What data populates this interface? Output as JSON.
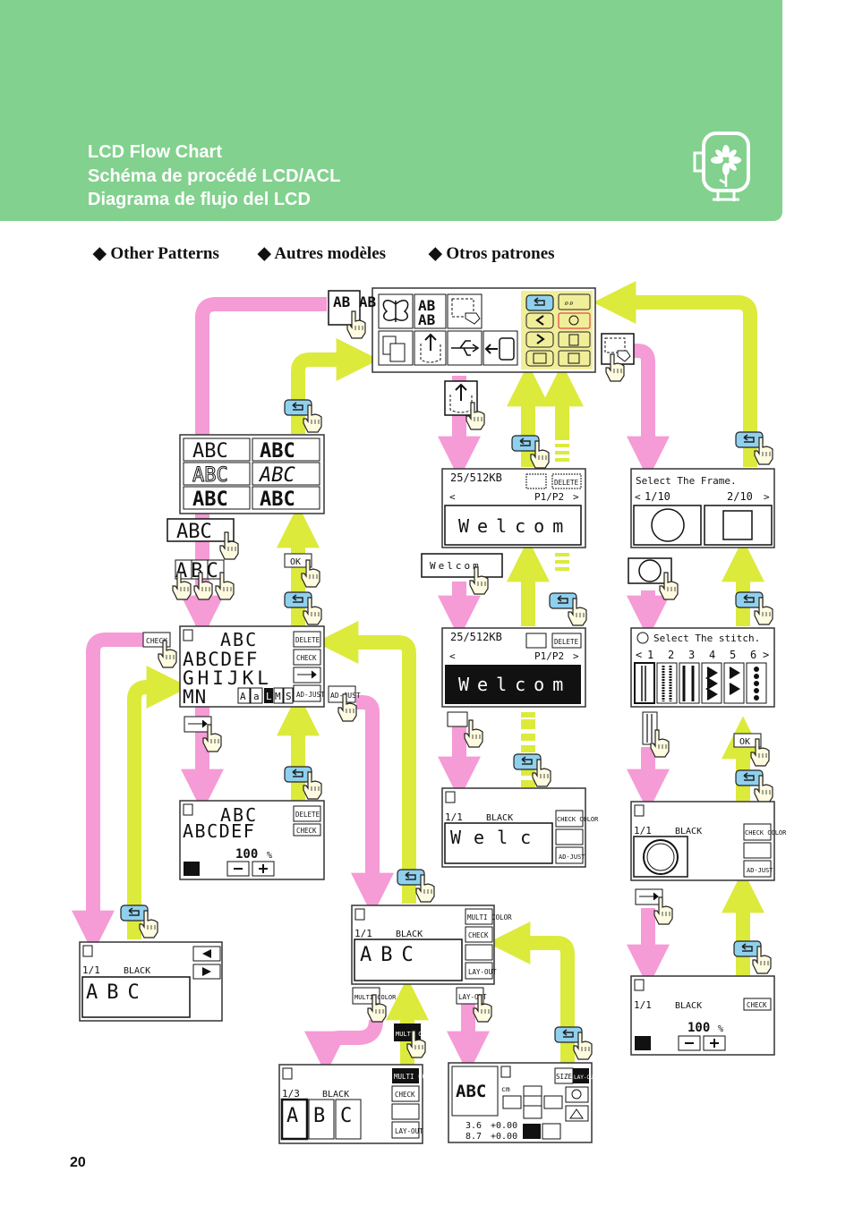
{
  "header": {
    "title_en": "LCD Flow Chart",
    "title_fr": "Schéma de procédé LCD/ACL",
    "title_es": "Diagrama de flujo del LCD",
    "icon": "embroidery-frame-icon",
    "bg_color": "#82d18e"
  },
  "section": {
    "en": "◆ Other Patterns",
    "fr": "◆ Autres modèles",
    "es": "◆ Otros patrones"
  },
  "colors": {
    "pink_arrow": "#f59bd6",
    "yellow_arrow": "#dcea3c",
    "lcd_yellow": "#f1ee9a",
    "back_button": "#8fd0ef"
  },
  "screens": {
    "main_menu": {
      "font_button": "AB AB"
    },
    "memory": {
      "capacity": "25/512KB",
      "delete": "DELETE",
      "page": "P1/P2",
      "message": "Welcom",
      "button_label": "Welcom"
    },
    "font_select": {
      "samples": [
        "ABC",
        "ABC",
        "ABC",
        "ABC",
        "ABC",
        "ABC"
      ],
      "big_button": "ABC",
      "small_buttons": "ABC"
    },
    "char_entry": {
      "preview": "ABC",
      "row1": "ABCDEF",
      "row2": "GHIJKL",
      "row3": "MN",
      "case": [
        "A",
        "a",
        "L",
        "M",
        "S"
      ],
      "delete": "DELETE",
      "check": "CHECK",
      "adjust": "AD-JUST"
    },
    "density": {
      "preview": "ABC",
      "row1": "ABCDEF",
      "value": "100",
      "unit": "%",
      "delete": "DELETE",
      "check": "CHECK"
    },
    "check_view": {
      "page": "1/1",
      "color": "BLACK",
      "text": "ABC"
    },
    "sew_screen": {
      "page": "1/1",
      "color": "BLACK",
      "text": "ABC",
      "multi": "MULTI COLOR",
      "check": "CHECK",
      "layout": "LAY-OUT"
    },
    "multicolor": {
      "page": "1/3",
      "color": "BLACK",
      "letters": [
        "A",
        "B",
        "C"
      ]
    },
    "layout_screen": {
      "preview": "ABC",
      "unit": "cm",
      "height": "3.6",
      "width": "8.7",
      "offset_y": "+0.00",
      "offset_x": "+0.00",
      "size": "SIZE",
      "layout": "LAY-OUT"
    },
    "welcome_sew": {
      "page": "1/1",
      "color": "BLACK",
      "text": "Welc",
      "check_color": "CHECK COLOR",
      "adjust": "AD-JUST"
    },
    "frame_select": {
      "title": "Select The Frame.",
      "page_left": "1/10",
      "page_right": "2/10"
    },
    "stitch_select": {
      "title": "Select The stitch.",
      "numbers": [
        "1",
        "2",
        "3",
        "4",
        "5",
        "6"
      ]
    },
    "frame_sew": {
      "page": "1/1",
      "color": "BLACK",
      "check_color": "CHECK COLOR",
      "adjust": "AD-JUST"
    },
    "frame_density": {
      "page": "1/1",
      "color": "BLACK",
      "value": "100",
      "unit": "%",
      "check": "CHECK"
    }
  },
  "buttons": {
    "ok": "OK",
    "check": "CHECK",
    "adjust": "AD-JUST",
    "multi": "MULTI COLOR",
    "layout": "LAY-OUT"
  },
  "page_number": "20"
}
